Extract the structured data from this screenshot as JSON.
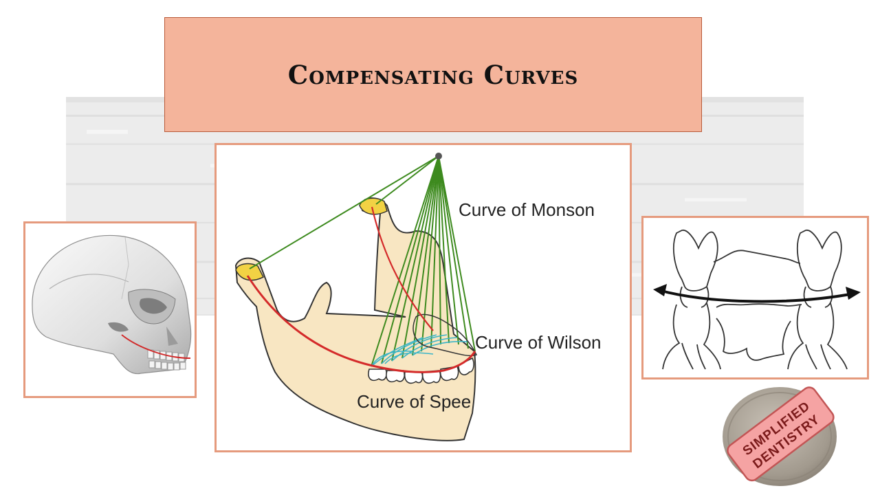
{
  "title": "Compensating Curves",
  "diagram": {
    "labels": {
      "monson": "Curve of Monson",
      "wilson": "Curve of Wilson",
      "spee": "Curve of Spee"
    }
  },
  "stamp": {
    "line1": "SIMPLIFIED",
    "line2": "DENTISTRY"
  },
  "colors": {
    "title_bg": "#f4b49b",
    "panel_border": "#e59a7d",
    "monson_lines": "#3d8a1e",
    "spee_curve": "#d42a2a",
    "wilson_lines": "#3ab5c8",
    "mandible_fill": "#f8e6c2"
  }
}
